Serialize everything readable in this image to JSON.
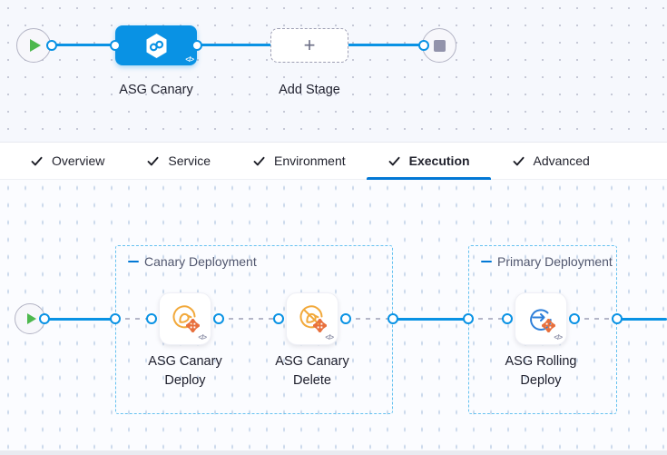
{
  "stage_flow": {
    "stage_label": "ASG Canary",
    "add_stage_label": "Add Stage",
    "plus": "+",
    "code_glyph": "</>"
  },
  "tabs": [
    {
      "label": "Overview",
      "checked": true,
      "active": false
    },
    {
      "label": "Service",
      "checked": true,
      "active": false
    },
    {
      "label": "Environment",
      "checked": true,
      "active": false
    },
    {
      "label": "Execution",
      "checked": true,
      "active": true
    },
    {
      "label": "Advanced",
      "checked": true,
      "active": false
    }
  ],
  "execution": {
    "groups": [
      {
        "title": "Canary Deployment",
        "steps": [
          {
            "line1": "ASG Canary",
            "line2": "Deploy",
            "icon": "asg-canary-deploy-icon"
          },
          {
            "line1": "ASG Canary",
            "line2": "Delete",
            "icon": "asg-canary-delete-icon"
          }
        ]
      },
      {
        "title": "Primary Deployment",
        "steps": [
          {
            "line1": "ASG Rolling",
            "line2": "Deploy",
            "icon": "asg-rolling-deploy-icon"
          }
        ]
      }
    ]
  },
  "colors": {
    "accent_blue": "#0992E4",
    "tab_underline": "#0278D5",
    "stage_node_blue": "#0992E4",
    "group_border_blue": "#66C2F0",
    "canary_icon_gold": "#F2A93B",
    "rolling_icon_blue": "#2E7FD9",
    "move_arrows_orange": "#E8703D",
    "play_green": "#4DB84D",
    "neutral_gray": "#9293AB"
  }
}
